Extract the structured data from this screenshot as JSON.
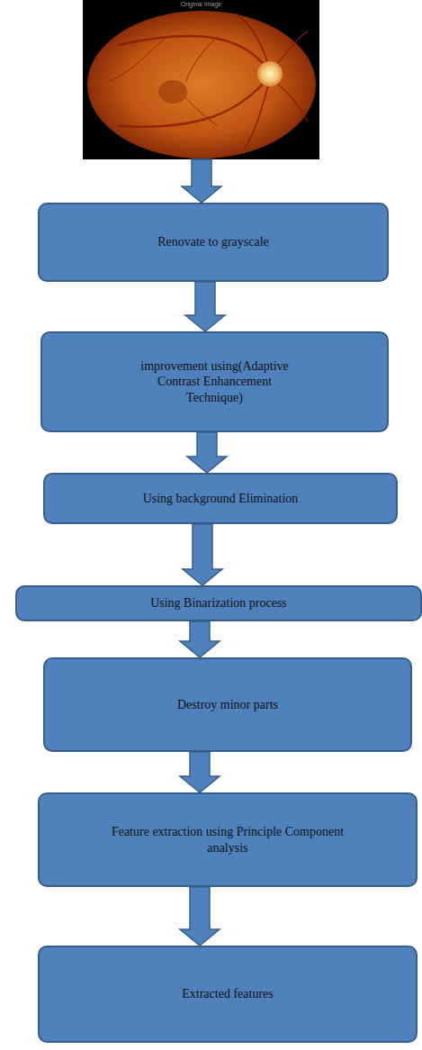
{
  "diagram": {
    "nodes": [
      {
        "text": [
          "Original Image"
        ]
      },
      {
        "text": [
          "Renovate to grayscale"
        ]
      },
      {
        "text": [
          "improvement using(Adaptive Contrast Enhancement Technique)"
        ]
      },
      {
        "text": [
          "Using background Elimination"
        ]
      },
      {
        "text": [
          "Using Binarization process"
        ]
      },
      {
        "text": [
          "Destroy minor parts"
        ]
      },
      {
        "text": [
          "Feature extraction using Principle Component analysis"
        ]
      },
      {
        "text": [
          "Extracted features"
        ]
      }
    ],
    "edges": [
      {
        "from": 0,
        "to": 1,
        "arrow": "to"
      },
      {
        "from": 1,
        "to": 2,
        "arrow": "to"
      },
      {
        "from": 2,
        "to": 3,
        "arrow": "to"
      },
      {
        "from": 3,
        "to": 4,
        "arrow": "to"
      },
      {
        "from": 4,
        "to": 5,
        "arrow": "to"
      },
      {
        "from": 5,
        "to": 6,
        "arrow": "to"
      },
      {
        "from": 6,
        "to": 7,
        "arrow": "to"
      }
    ]
  }
}
